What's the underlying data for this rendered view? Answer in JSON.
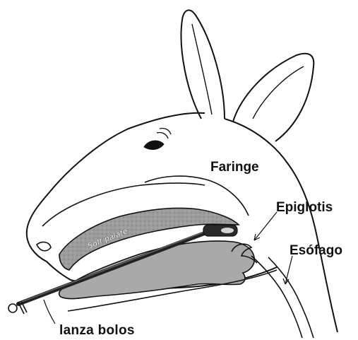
{
  "diagram": {
    "labels": {
      "faringe": "Faringe",
      "epiglotis": "Epiglotis",
      "esofago": "Esófago",
      "lanza_bolos": "lanza bolos",
      "soft_palate": "Soft palate"
    },
    "colors": {
      "outline": "#111111",
      "soft_palate_fill": "#9a9a9a",
      "tongue_fill": "#a9a9a9",
      "tube": "#222222"
    }
  }
}
